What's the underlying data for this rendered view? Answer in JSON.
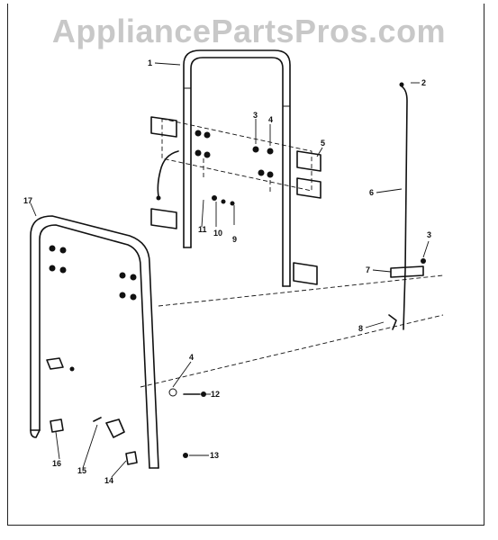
{
  "watermark": "AppliancePartsPros.com",
  "callouts": [
    "1",
    "2",
    "3",
    "4",
    "5",
    "6",
    "7",
    "8",
    "9",
    "10",
    "11",
    "3",
    "4",
    "12",
    "13",
    "14",
    "15",
    "16",
    "17"
  ]
}
